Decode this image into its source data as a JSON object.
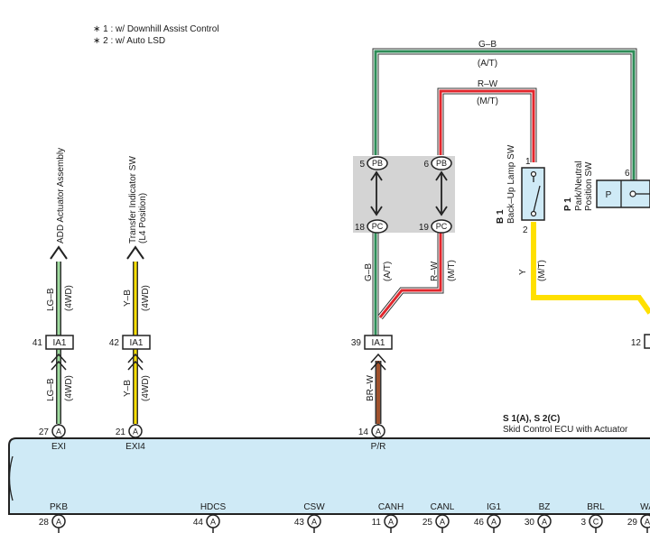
{
  "notes": [
    "∗ 1 : w/ Downhill Assist Control",
    "∗ 2 : w/ Auto LSD"
  ],
  "ecu": {
    "ref": "S 1(A), S 2(C)",
    "name": "Skid Control ECU with Actuator",
    "top_terminals": [
      {
        "pin": "27",
        "letter": "A",
        "name": "EXI"
      },
      {
        "pin": "21",
        "letter": "A",
        "name": "EXI4"
      },
      {
        "pin": "14",
        "letter": "A",
        "name": "P/R"
      }
    ],
    "bottom_terminals": [
      {
        "pin": "28",
        "letter": "A",
        "name": "PKB"
      },
      {
        "pin": "44",
        "letter": "A",
        "name": "HDCS"
      },
      {
        "pin": "43",
        "letter": "A",
        "name": "CSW"
      },
      {
        "pin": "11",
        "letter": "A",
        "name": "CANH"
      },
      {
        "pin": "25",
        "letter": "A",
        "name": "CANL"
      },
      {
        "pin": "46",
        "letter": "A",
        "name": "IG1"
      },
      {
        "pin": "30",
        "letter": "A",
        "name": "BZ"
      },
      {
        "pin": "3",
        "letter": "C",
        "name": "BRL"
      },
      {
        "pin": "29",
        "letter": "A",
        "name": "WA"
      }
    ]
  },
  "left_circuits": [
    {
      "dest": "ADD Actuator Assembly",
      "dest2": "",
      "wire": "LG–B",
      "note": "(4WD)",
      "connector": "IA1",
      "conn_pin": "41"
    },
    {
      "dest": "Transfer Indicator SW",
      "dest2": "(L4 Position)",
      "wire": "Y–B",
      "note": "(4WD)",
      "connector": "IA1",
      "conn_pin": "42"
    }
  ],
  "junction": {
    "top_pins": [
      {
        "pin": "5",
        "label": "PB"
      },
      {
        "pin": "6",
        "label": "PB"
      }
    ],
    "bottom_pins": [
      {
        "pin": "18",
        "label": "PC"
      },
      {
        "pin": "19",
        "label": "PC"
      }
    ]
  },
  "center_connector": {
    "pin": "39",
    "label": "IA1"
  },
  "right_connector_pin": "12",
  "wires": {
    "green_top": {
      "color": "G–B",
      "note": "(A/T)"
    },
    "red_top": {
      "color": "R–W",
      "note": "(M/T)"
    },
    "green_low": {
      "color": "G–B",
      "note": "(A/T)"
    },
    "red_low": {
      "color": "R–W",
      "note": "(M/T)"
    },
    "brown": {
      "color": "BR–W"
    },
    "yellow": {
      "color": "Y",
      "note": "(M/T)"
    }
  },
  "backup_sw": {
    "ref": "B 1",
    "name": "Back–Up Lamp SW",
    "pin_top": "1",
    "pin_bottom": "2"
  },
  "park_sw": {
    "ref": "P 1",
    "name1": "Park/Neutral",
    "name2": "Position SW",
    "pin": "6",
    "label": "P"
  },
  "colors": {
    "green": "#2e8b57",
    "red": "#e2262c",
    "yellow": "#ffe000",
    "brown": "#a0522d",
    "ecu_fill": "#cfeaf6",
    "junction_fill": "#d4d4d4"
  }
}
